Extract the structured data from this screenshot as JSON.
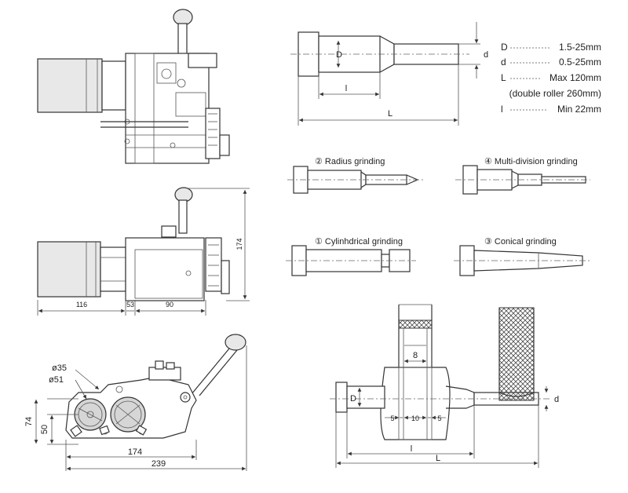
{
  "specs": {
    "rows": [
      {
        "symbol": "D",
        "value": "1.5-25mm"
      },
      {
        "symbol": "d",
        "value": "0.5-25mm"
      },
      {
        "symbol": "L",
        "value": "Max 120mm"
      },
      {
        "note": "(double roller 260mm)"
      },
      {
        "symbol": "l",
        "value": "Min 22mm"
      }
    ]
  },
  "punch_dims": {
    "D": "D",
    "d": "d",
    "l": "l",
    "L": "L"
  },
  "grinding_modes": {
    "radius": "② Radius grinding",
    "multi": "④ Multi-division grinding",
    "cylindrical": "① Cylinhdrical grinding",
    "conical": "③ Conical grinding"
  },
  "side_view_dims": {
    "height": "174",
    "a": "116",
    "b": "53",
    "c": "90"
  },
  "front_view_dims": {
    "dia_large": "ø35",
    "dia_small": "ø51",
    "h1": "74",
    "h2": "50",
    "w1": "174",
    "w2": "239"
  },
  "setup_dims": {
    "top": "8",
    "D": "D",
    "left": "5",
    "mid": "10",
    "right": "5",
    "l": "l",
    "L": "L",
    "d": "d"
  }
}
